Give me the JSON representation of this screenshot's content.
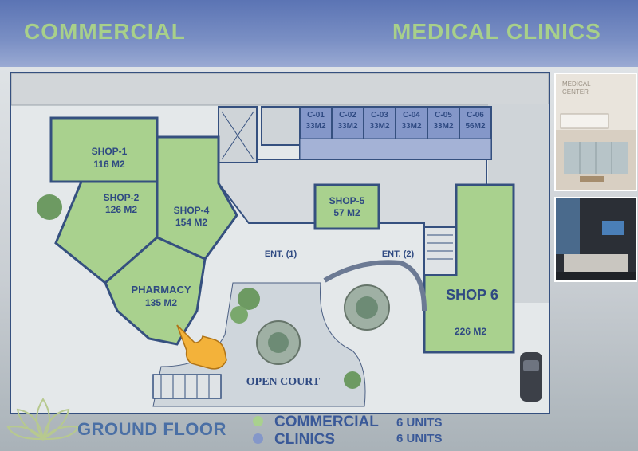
{
  "header": {
    "left_title": "COMMERCIAL",
    "right_title": "MEDICAL CLINICS"
  },
  "colors": {
    "commercial": "#a9d18e",
    "clinics": "#8497c9",
    "wall": "#35507f",
    "header_text": "#a8d08a"
  },
  "plan": {
    "units": [
      {
        "name": "SHOP-1",
        "area": "116 M2"
      },
      {
        "name": "SHOP-2",
        "area": "126 M2"
      },
      {
        "name": "SHOP-4",
        "area": "154 M2"
      },
      {
        "name": "PHARMACY",
        "area": "135 M2"
      },
      {
        "name": "SHOP-5",
        "area": "57 M2"
      },
      {
        "name": "SHOP 6",
        "area": "226 M2"
      }
    ],
    "clinics": [
      {
        "name": "C-01",
        "area": "33M2"
      },
      {
        "name": "C-02",
        "area": "33M2"
      },
      {
        "name": "C-03",
        "area": "33M2"
      },
      {
        "name": "C-04",
        "area": "33M2"
      },
      {
        "name": "C-05",
        "area": "33M2"
      },
      {
        "name": "C-06",
        "area": "56M2"
      }
    ],
    "entrances": [
      "ENT. (1)",
      "ENT. (2)"
    ],
    "open_court": "OPEN COURT"
  },
  "photos": {
    "top_sign": "MEDICAL CENTER"
  },
  "legend": {
    "title": "GROUND FLOOR",
    "items": [
      {
        "label": "COMMERCIAL",
        "count": "6 UNITS",
        "color": "#a9d18e"
      },
      {
        "label": "CLINICS",
        "count": "6 UNITS",
        "color": "#8497c9"
      }
    ]
  }
}
